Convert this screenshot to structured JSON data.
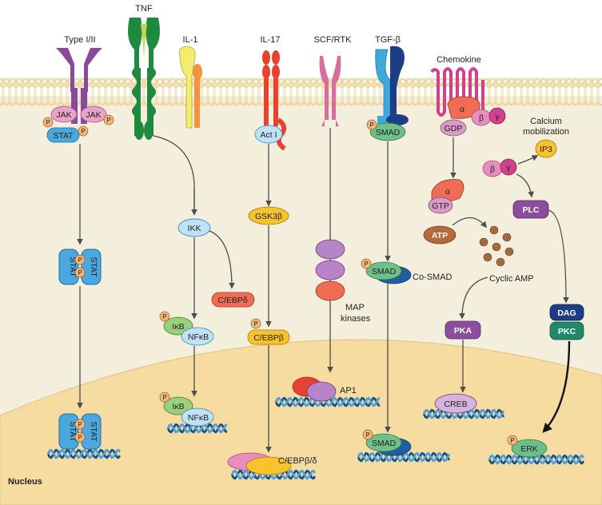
{
  "receptors": {
    "type12": "Type I/II",
    "tnf": "TNF",
    "il1": "IL-1",
    "il17": "IL-17",
    "scf": "SCF/RTK",
    "tgfb": "TGF-β",
    "chemokine": "Chemokine"
  },
  "molecules": {
    "jak": "JAK",
    "stat": "STAT",
    "act1": "Act I",
    "smad": "SMAD",
    "gdp": "GDP",
    "gtp": "GTP",
    "alpha": "α",
    "beta": "β",
    "gamma": "γ",
    "ikk": "IKK",
    "gsk3b": "GSK3β",
    "cebpd": "C/EBPδ",
    "ikb": "IκB",
    "nfkb": "NFκB",
    "cebpb": "C/EBPβ",
    "cebpbd": "C/EBPβ/δ",
    "co_smad": "Co-SMAD",
    "map_kinases_1": "MAP",
    "map_kinases_2": "kinases",
    "ap1": "AP1",
    "atp": "ATP",
    "cyclic_amp": "Cyclic AMP",
    "pka": "PKA",
    "creb": "CREB",
    "calcium_1": "Calcium",
    "calcium_2": "mobilization",
    "ip3": "IP3",
    "plc": "PLC",
    "dag": "DAG",
    "pkc": "PKC",
    "erk": "ERK",
    "phospho": "P"
  },
  "compartments": {
    "nucleus": "Nucleus"
  },
  "colors": {
    "membrane_head": "#f7e3b5",
    "membrane_tail": "#e9d29b",
    "cytoplasm": "#f4efdd",
    "nucleus": "#f7dca1",
    "phospho": "#f2b77a",
    "dna_dark": "#1a4d7a",
    "dna_light": "#4e9fd8"
  }
}
